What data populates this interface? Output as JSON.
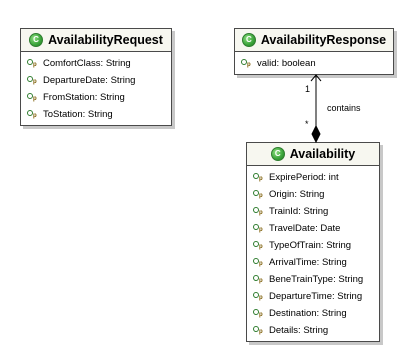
{
  "classes": {
    "availability_request": {
      "name": "AvailabilityRequest",
      "attributes": [
        "ComfortClass: String",
        "DepartureDate: String",
        "FromStation: String",
        "ToStation: String"
      ]
    },
    "availability_response": {
      "name": "AvailabilityResponse",
      "attributes": [
        "valid: boolean"
      ]
    },
    "availability": {
      "name": "Availability",
      "attributes": [
        "ExpirePeriod: int",
        "Origin: String",
        "TrainId: String",
        "TravelDate: Date",
        "TypeOfTrain: String",
        "ArrivalTime: String",
        "BeneTrainType: String",
        "DepartureTime: String",
        "Destination: String",
        "Details: String"
      ]
    }
  },
  "association": {
    "label": "contains",
    "source_multiplicity": "1",
    "target_multiplicity": "*"
  },
  "icons": {
    "class_badge": "C",
    "attribute_visibility": "p"
  },
  "colors": {
    "class_badge": "#3aa33a",
    "border": "#4a4a4a"
  }
}
